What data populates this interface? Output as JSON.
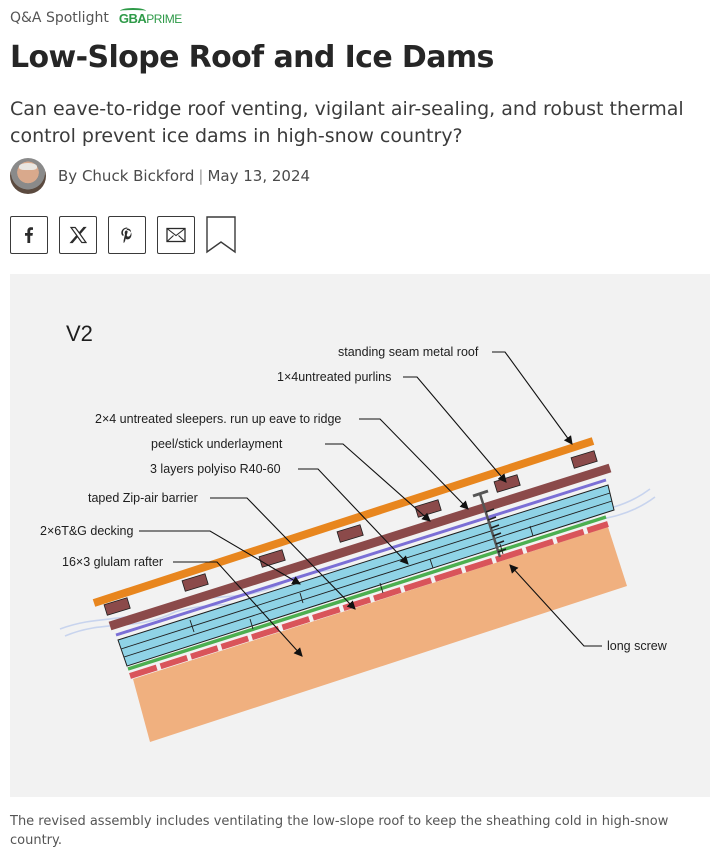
{
  "header": {
    "kicker": "Q&A Spotlight",
    "badge_main": "GBA",
    "badge_sub": "PRIME"
  },
  "article": {
    "title": "Low-Slope Roof and Ice Dams",
    "dek": "Can eave-to-ridge roof venting, vigilant air-sealing, and robust thermal control prevent ice dams in high-snow country?",
    "byline_prefix": "By",
    "author": "Chuck Bickford",
    "separator": "|",
    "date": "May 13, 2024"
  },
  "share": {
    "buttons": [
      {
        "name": "facebook",
        "icon": "facebook-icon"
      },
      {
        "name": "x",
        "icon": "x-icon"
      },
      {
        "name": "pinterest",
        "icon": "pinterest-icon"
      },
      {
        "name": "email",
        "icon": "mail-icon"
      }
    ],
    "bookmark_icon": "bookmark-icon"
  },
  "figure": {
    "version_label": "V2",
    "labels": [
      "standing seam metal roof",
      "1×4untreated purlins",
      "2×4 untreated sleepers. run up eave to ridge",
      "peel/stick underlayment",
      "3 layers polyiso R40-60",
      "taped Zip-air barrier",
      "2×6T&G decking",
      "16×3 glulam rafter",
      "long screw"
    ],
    "colors": {
      "metal_roof": "#e8861e",
      "sleepers": "#8b4a4a",
      "underlayment": "#7b6fd6",
      "polyiso": "#8fd3e6",
      "zip": "#4caf50",
      "decking": "#d9545a",
      "rafter": "#f0b07f",
      "background": "#f2f2f2"
    }
  },
  "caption": "The revised assembly includes ventilating the low-slope roof to keep the sheathing cold in high-snow country."
}
